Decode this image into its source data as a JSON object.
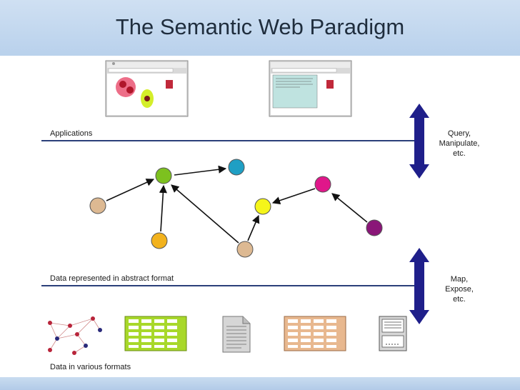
{
  "title": "The Semantic Web Paradigm",
  "layers": {
    "applications": "Applications",
    "abstract": "Data represented in abstract format",
    "various": "Data in various formats"
  },
  "side_labels": {
    "top": [
      "Query,",
      "Manipulate,",
      "etc."
    ],
    "bottom": [
      "Map,",
      "Expose,",
      "etc."
    ]
  },
  "colors": {
    "line": "#2b3f7a",
    "arrow": "#1f1f8a",
    "green": "#7dc11f",
    "blue": "#1f9fc4",
    "tan": "#ddb992",
    "orange": "#f2b21d",
    "yellow": "#f5f51a",
    "magenta": "#e0178a",
    "purple": "#8a1678",
    "grid_green": "#a8d82a",
    "grid_tan": "#e8b88f"
  },
  "icons": [
    "browser-window-icon",
    "browser-window-icon",
    "graph-network-icon",
    "spreadsheet-icon",
    "document-icon",
    "table-icon",
    "form-icon"
  ]
}
